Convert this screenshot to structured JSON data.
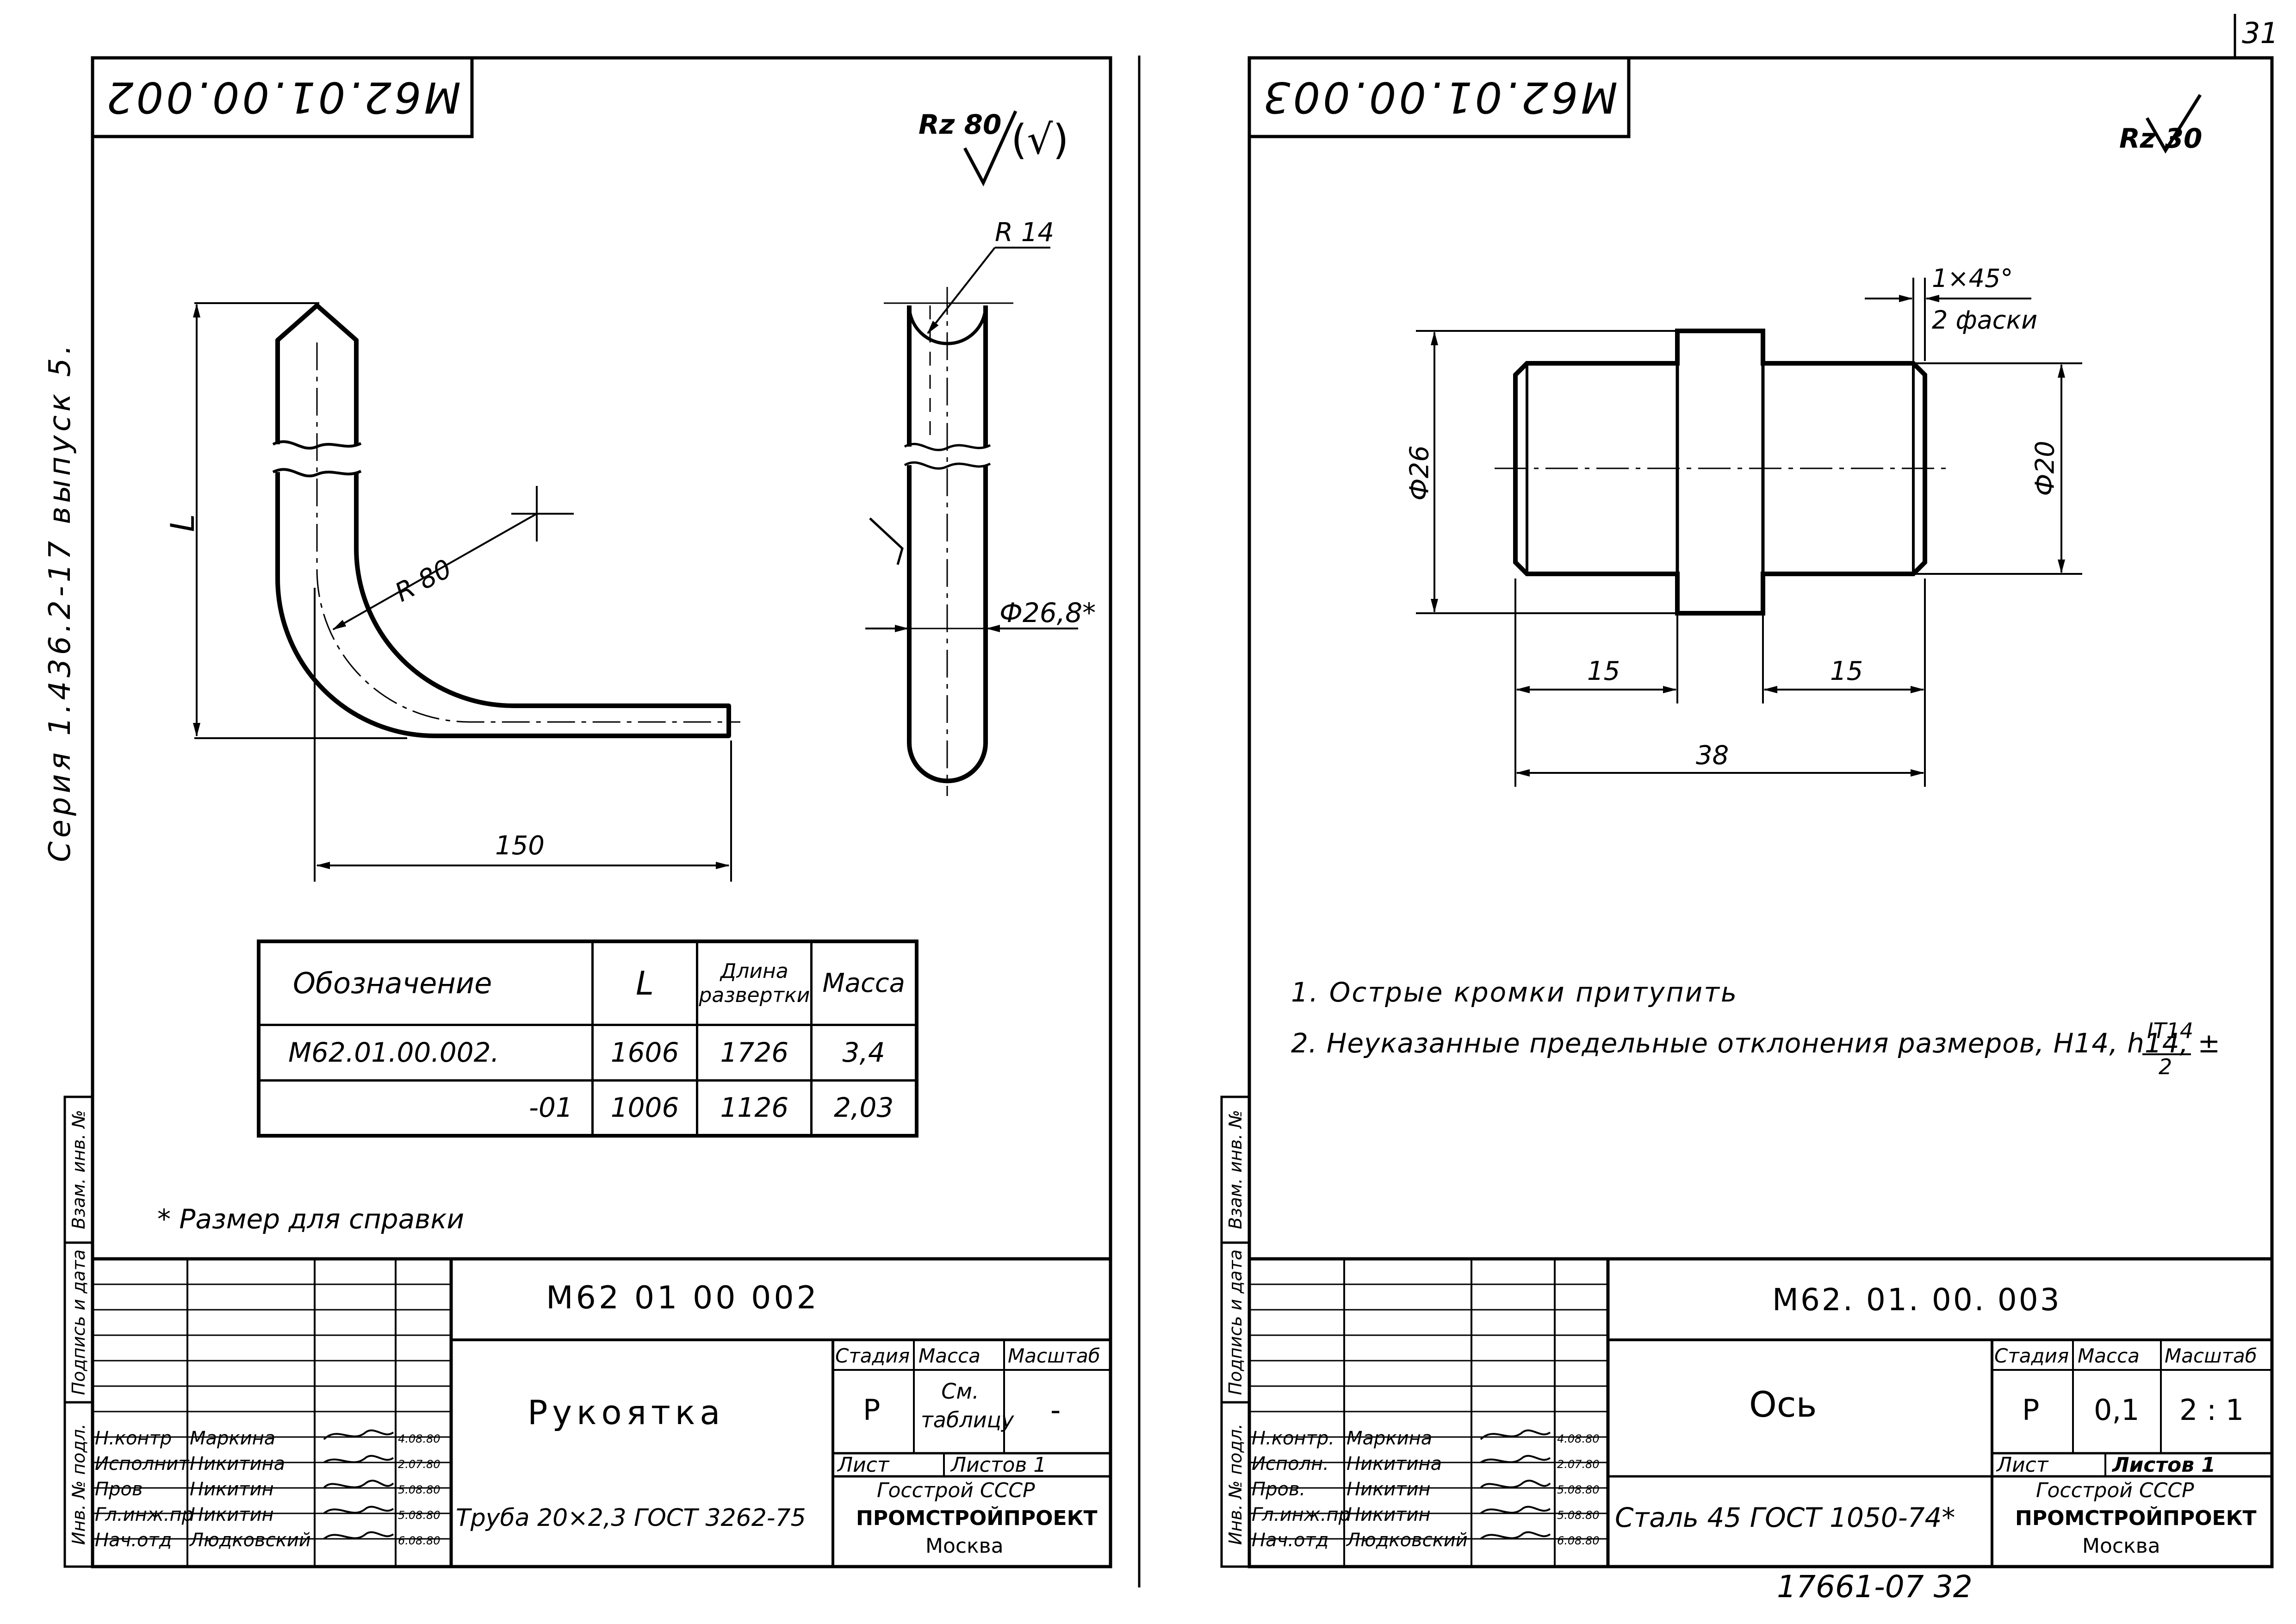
{
  "page_number": "31",
  "series_text": "Серия 1.436.2-17 выпуск 5.",
  "sheet_left": {
    "designation_mirrored": "М62.01.00.002",
    "roughness": "Rz 80",
    "roughness_paren": "(√)",
    "radius_top_label": "R 14",
    "dim_L": "L",
    "radius_bend_label": "R 80",
    "dim_150": "150",
    "dim_dia": "Ф26,8*",
    "table": {
      "headers": [
        "Обозначение",
        "L",
        "Длина развертки",
        "Масса"
      ],
      "rows": [
        [
          "М62.01.00.002.",
          "1606",
          "1726",
          "3,4"
        ],
        [
          "-01",
          "1006",
          "1126",
          "2,03"
        ]
      ]
    },
    "note": "* Размер для справки",
    "title_block": {
      "code": "М62 01 00 002",
      "name": "Рукоятка",
      "stage_header": "Стадия",
      "mass_header": "Масса",
      "scale_header": "Масштаб",
      "stage": "Р",
      "mass": "См. таблицу",
      "scale": "-",
      "sheet_label": "Лист",
      "sheets_label": "Листов 1",
      "org_line1": "Госстрой СССР",
      "org_line2": "ПРОМСТРОЙПРОЕКТ",
      "org_line3": "Москва",
      "material": "Труба 20×2,3 ГОСТ 3262-75",
      "roles": [
        "Н.контр",
        "Исполнит",
        "Пров",
        "Гл.инж.пр",
        "Нач.отд"
      ],
      "names": [
        "Маркина",
        "Никитина",
        "Никитин",
        "Никитин",
        "Людковский"
      ],
      "dates": [
        "4.08.80",
        "2.07.80",
        "5.08.80",
        "5.08.80",
        "6.08.80"
      ]
    },
    "side_stamp": [
      "Инв. № подл.",
      "Подпись и дата",
      "Взам. инв. №"
    ]
  },
  "sheet_right": {
    "designation_mirrored": "М62.01.00.003",
    "roughness": "Rz 30",
    "chamfer_label": "1×45°",
    "chamfer_count": "2 фаски",
    "dim_d26": "Ф26",
    "dim_d20": "Ф20",
    "dim_15a": "15",
    "dim_15b": "15",
    "dim_38": "38",
    "notes": [
      "1. Острые кромки притупить",
      "2. Неуказанные предельные отклонения размеров, Н14, h14, ±"
    ],
    "tol_numerator": "IT14",
    "tol_denominator": "2",
    "title_block": {
      "code": "М62. 01. 00. 003",
      "name": "Ось",
      "stage_header": "Стадия",
      "mass_header": "Масса",
      "scale_header": "Масштаб",
      "stage": "Р",
      "mass": "0,1",
      "scale": "2 : 1",
      "sheet_label": "Лист",
      "sheets_label": "Листов 1",
      "org_line1": "Госстрой СССР",
      "org_line2": "ПРОМСТРОЙПРОЕКТ",
      "org_line3": "Москва",
      "material": "Сталь 45 ГОСТ 1050-74*",
      "roles": [
        "Н.контр.",
        "Исполн.",
        "Пров.",
        "Гл.инж.пр",
        "Нач.отд"
      ],
      "names": [
        "Маркина",
        "Никитина",
        "Никитин",
        "Никитин",
        "Людковский"
      ],
      "dates": [
        "4.08.80",
        "2.07.80",
        "5.08.80",
        "5.08.80",
        "6.08.80"
      ]
    },
    "side_stamp": [
      "Инв. № подл.",
      "Подпись и дата",
      "Взам. инв. №"
    ]
  },
  "bottom_number": "17661-07 32"
}
